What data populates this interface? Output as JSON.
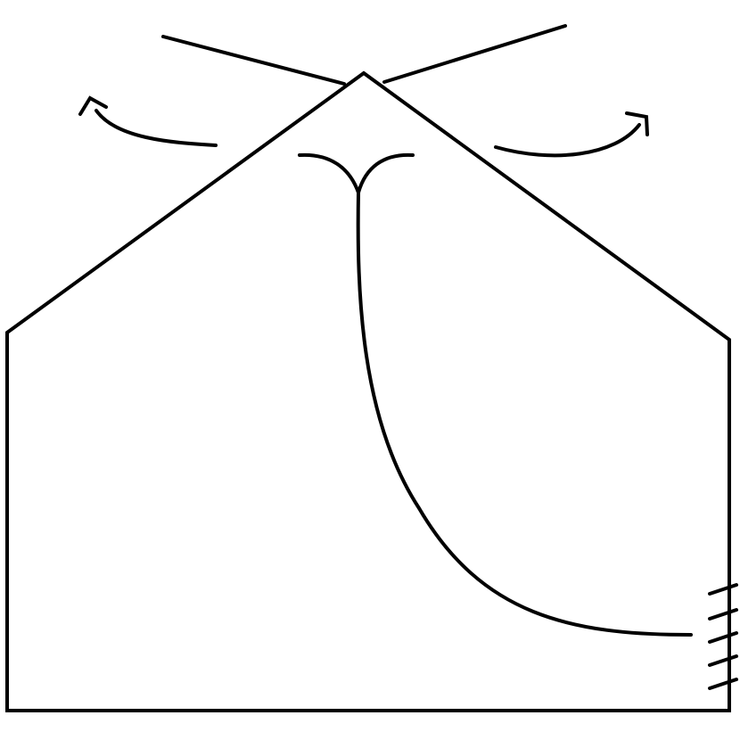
{
  "diagram": {
    "kind": "line-drawing",
    "stroke_color": "#000000",
    "background_color": "#ffffff",
    "elements": [
      "house-outline",
      "crossing-lines",
      "left-curved-arrow",
      "right-curved-arrow",
      "v-fold-mark",
      "curved-fold-line",
      "hatch-marks"
    ]
  }
}
